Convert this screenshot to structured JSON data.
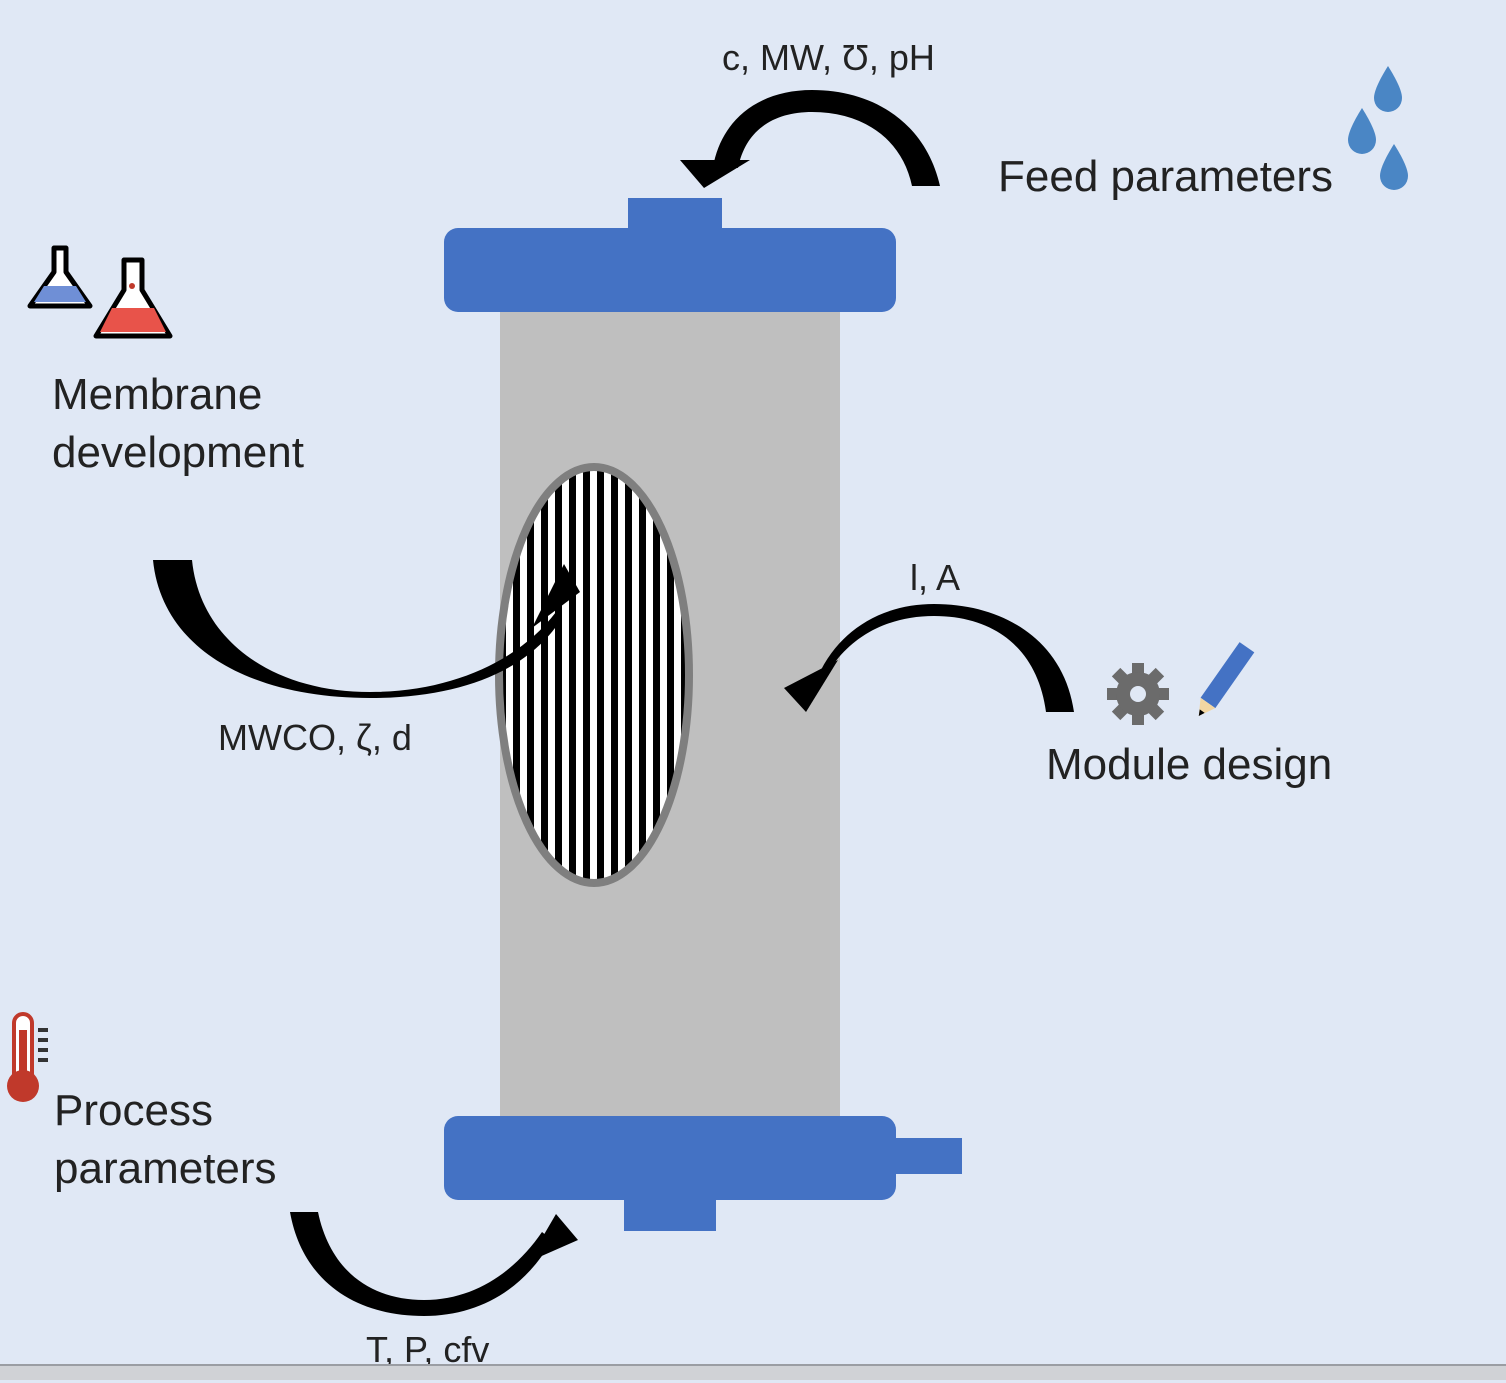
{
  "labels": {
    "feed_params": "c, MW, Ʊ, pH",
    "feed_title": "Feed parameters",
    "membrane_title_line1": "Membrane",
    "membrane_title_line2": "development",
    "membrane_params": "MWCO, ζ, d",
    "module_params": "l, A",
    "module_title": "Module design",
    "process_title_line1": "Process",
    "process_title_line2": "parameters",
    "process_params": "T, P, cfv"
  },
  "icons": {
    "feed": "water-drops-icon",
    "membrane": "lab-flasks-icon",
    "module": [
      "gear-icon",
      "pencil-icon"
    ],
    "process": "thermometer-icon"
  },
  "colors": {
    "background": "#e0e8f5",
    "module_blue": "#4472c4",
    "housing_gray": "#bfbfbf",
    "membrane_outline": "#7f7f7f",
    "arrow": "#000000",
    "drop_blue": "#4a86c5",
    "thermometer_red": "#c0392b",
    "flask_red": "#e8534a",
    "flask_blue": "#6f8fd6",
    "gear_gray": "#6b6b6b"
  }
}
